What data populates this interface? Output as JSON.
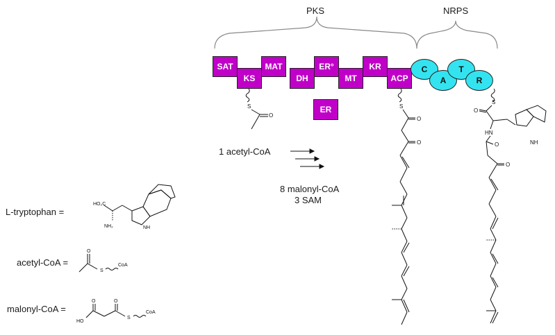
{
  "pks_label": "PKS",
  "nrps_label": "NRPS",
  "pks_domains": [
    {
      "label": "SAT"
    },
    {
      "label": "KS"
    },
    {
      "label": "MAT"
    },
    {
      "label": "DH"
    },
    {
      "label": "ER°"
    },
    {
      "label": "MT"
    },
    {
      "label": "KR"
    },
    {
      "label": "ACP"
    }
  ],
  "extra_domain": "ER",
  "nrps_domains": [
    {
      "label": "C"
    },
    {
      "label": "A"
    },
    {
      "label": "T"
    },
    {
      "label": "R"
    }
  ],
  "reaction": {
    "starter": "1 acetyl-CoA",
    "extender": "8 malonyl-CoA",
    "methyl": "3 SAM"
  },
  "legend": {
    "tryptophan": "L-tryptophan =",
    "acetyl": "acetyl-CoA =",
    "malonyl": "malonyl-CoA ="
  },
  "atoms": {
    "S": "S",
    "O": "O",
    "NH": "NH",
    "HN": "HN",
    "HO2C": "HO₂C",
    "NH2": "NH₂",
    "HO": "HO",
    "CoA": "CoA"
  },
  "colors": {
    "pks_domain": "#c000c8",
    "nrps_domain": "#33e4f0",
    "bracket": "#888888"
  }
}
